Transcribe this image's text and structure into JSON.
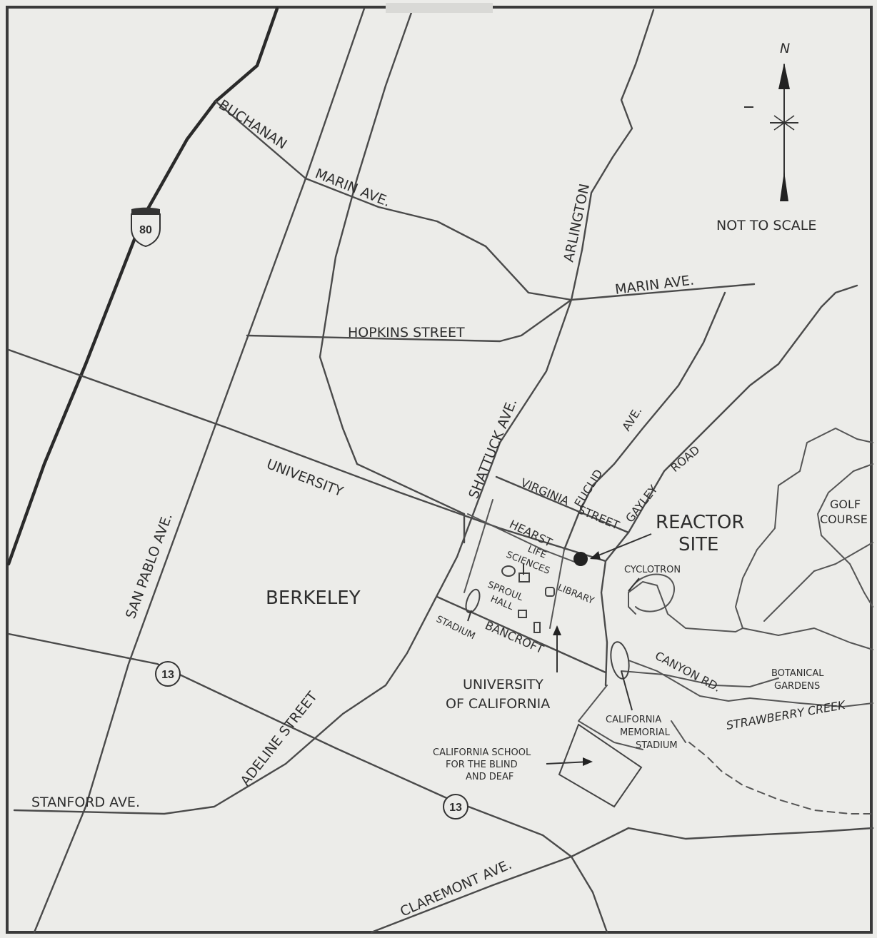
{
  "map": {
    "orientation": "N",
    "scale_note": "NOT TO SCALE",
    "city_label": "BERKELEY",
    "institution": {
      "line1": "UNIVERSITY",
      "line2": "OF CALIFORNIA"
    },
    "reactor": {
      "line1": "REACTOR",
      "line2": "SITE"
    },
    "golf": {
      "line1": "GOLF",
      "line2": "COURSE"
    },
    "botanical": {
      "line1": "BOTANICAL",
      "line2": "GARDENS"
    },
    "memorial_stadium": {
      "line1": "CALIFORNIA",
      "line2": "MEMORIAL",
      "line3": "STADIUM"
    },
    "school": {
      "line1": "CALIFORNIA SCHOOL",
      "line2": "FOR THE BLIND",
      "line3": "AND DEAF"
    },
    "life_sciences": {
      "line1": "LIFE",
      "line2": "SCIENCES"
    },
    "sproul": {
      "line1": "SPROUL",
      "line2": "HALL"
    },
    "cyclotron": "CYCLOTRON",
    "library": "LIBRARY",
    "stadium": "STADIUM",
    "streets": {
      "buchanan": "BUCHANAN",
      "marin_west": "MARIN AVE.",
      "marin_east": "MARIN AVE.",
      "arlington": "ARLINGTON",
      "hopkins": "HOPKINS STREET",
      "university": "UNIVERSITY",
      "shattuck": "SHATTUCK AVE.",
      "euclid": "EUCLID",
      "euclid_ave": "AVE.",
      "gayley": "GAYLEY",
      "gayley_road": "ROAD",
      "virginia": "VIRGINIA",
      "virginia_street": "STREET",
      "hearst": "HEARST",
      "bancroft": "BANCROFT",
      "san_pablo": "SAN PABLO AVE.",
      "adeline": "ADELINE STREET",
      "stanford": "STANFORD AVE.",
      "claremont": "CLAREMONT AVE.",
      "canyon": "CANYON RD.",
      "strawberry": "STRAWBERRY CREEK"
    },
    "shields": {
      "interstate": "80",
      "state_route_1": "13",
      "state_route_2": "13"
    }
  }
}
